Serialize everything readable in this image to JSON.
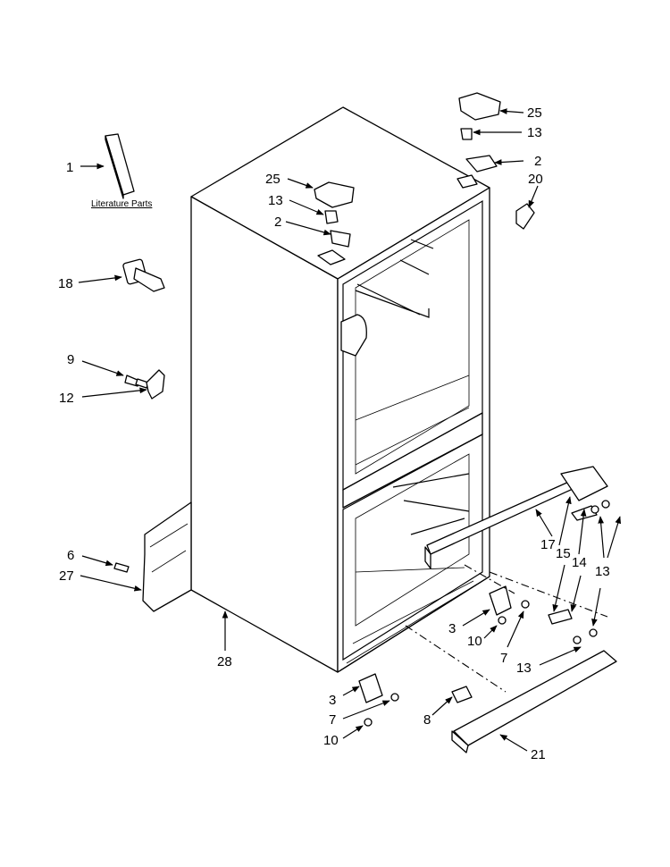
{
  "literature_caption": "Literature Parts",
  "callouts": {
    "c1": "1",
    "c25a": "25",
    "c25b": "25",
    "c13a": "13",
    "c13b": "13",
    "c2a": "2",
    "c2b": "2",
    "c20": "20",
    "c18": "18",
    "c9": "9",
    "c12": "12",
    "c6": "6",
    "c27": "27",
    "c28": "28",
    "c17": "17",
    "c15": "15",
    "c14": "14",
    "c13c": "13",
    "c3a": "3",
    "c10a": "10",
    "c7a": "7",
    "c13d": "13",
    "c3b": "3",
    "c7b": "7",
    "c10b": "10",
    "c8": "8",
    "c21": "21"
  }
}
